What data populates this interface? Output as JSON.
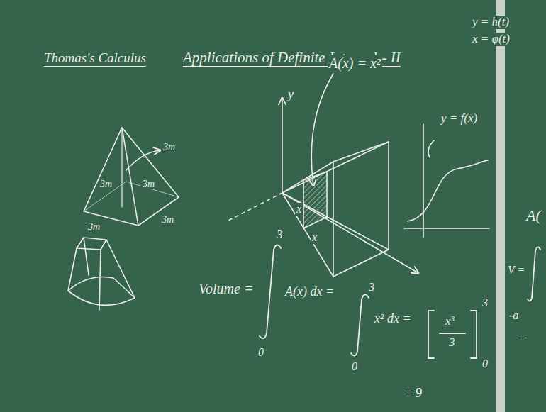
{
  "diagram": {
    "title": "Applications of Definite Integral:- II",
    "labels": [
      "Thomas's Calculus",
      "y = h(t)",
      "x = φ(t)",
      "y",
      "A(x) = x²",
      "3m",
      "y = f(x)",
      "3m",
      "3m",
      "x",
      "x",
      "3m",
      "3m",
      "A(",
      "3",
      "Volume =",
      "V =",
      "A(x) dx =",
      "3",
      "x² dx =",
      "x³",
      "3",
      "-a",
      "3",
      "=",
      "0",
      "0",
      "0",
      "= 9"
    ]
  }
}
